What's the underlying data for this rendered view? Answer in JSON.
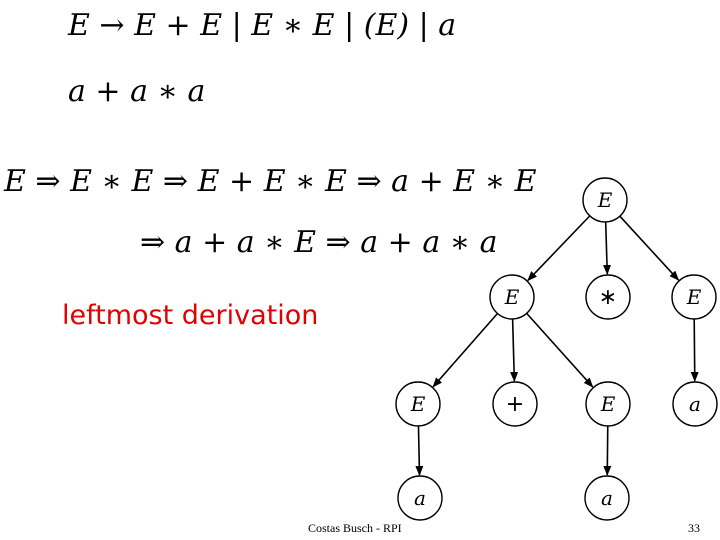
{
  "grammar": "E → E + E  |  E ∗ E  |  (E)  |  a",
  "sentence": "a + a ∗ a",
  "derivation": {
    "line1": "E ⇒ E ∗ E ⇒ E + E ∗ E ⇒ a + E ∗ E",
    "line2": "⇒ a + a ∗ E ⇒ a + a ∗ a"
  },
  "caption": "leftmost derivation",
  "footer": "Costas Busch - RPI",
  "page_number": "33",
  "colors": {
    "caption": "#e30000",
    "text": "#000000",
    "background": "#ffffff"
  },
  "tree": {
    "nodes": [
      {
        "id": "root",
        "label": "E"
      },
      {
        "id": "l1_left",
        "label": "E"
      },
      {
        "id": "l1_op",
        "label": "∗"
      },
      {
        "id": "l1_right",
        "label": "E"
      },
      {
        "id": "l2_left",
        "label": "E"
      },
      {
        "id": "l2_op",
        "label": "+"
      },
      {
        "id": "l2_right",
        "label": "E"
      },
      {
        "id": "l2_a",
        "label": "a"
      },
      {
        "id": "l3_a1",
        "label": "a"
      },
      {
        "id": "l3_a2",
        "label": "a"
      }
    ],
    "edges": [
      [
        "root",
        "l1_left"
      ],
      [
        "root",
        "l1_op"
      ],
      [
        "root",
        "l1_right"
      ],
      [
        "l1_left",
        "l2_left"
      ],
      [
        "l1_left",
        "l2_op"
      ],
      [
        "l1_left",
        "l2_right"
      ],
      [
        "l1_right",
        "l2_a"
      ],
      [
        "l2_left",
        "l3_a1"
      ],
      [
        "l2_right",
        "l3_a2"
      ]
    ]
  }
}
